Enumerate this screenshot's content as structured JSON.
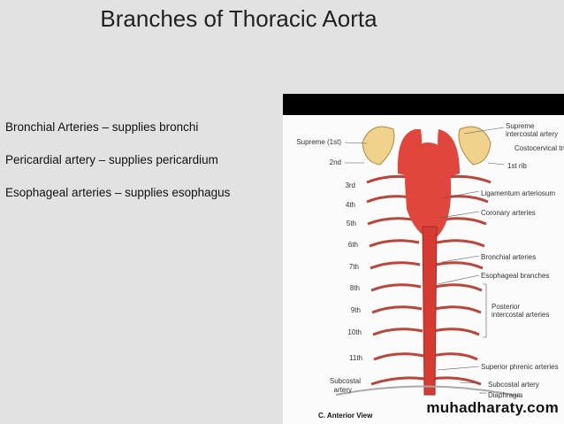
{
  "slide": {
    "title": "Branches of Thoracic Aorta",
    "bullets": [
      "Bronchial Arteries – supplies bronchi",
      "Pericardial artery – supplies pericardium",
      "Esophageal arteries – supplies esophagus"
    ]
  },
  "figure": {
    "left_labels": [
      "Supreme (1st)",
      "2nd",
      "3rd",
      "4th",
      "5th",
      "6th",
      "7th",
      "8th",
      "9th",
      "10th",
      "11th",
      "Subcostal",
      "artery"
    ],
    "right_labels": [
      "Supreme",
      "intercostal artery",
      "Costocervical tru",
      "1st rib",
      "Ligamentum arteriosum",
      "Coronary arteries",
      "Bronchial arteries",
      "Esophageal branches",
      "Posterior",
      "intercostal arteries",
      "Superior phrenic arteries",
      "Subcostal artery",
      "Diaphragm"
    ],
    "caption": "C. Anterior View"
  },
  "watermark": "muhadharaty.com"
}
